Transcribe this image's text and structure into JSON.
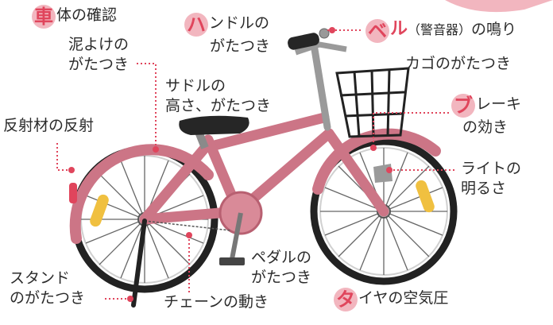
{
  "title": {
    "icon_char": "車",
    "text": "体の確認"
  },
  "labels": {
    "mudguard": {
      "line1": "泥よけの",
      "line2": "がたつき"
    },
    "reflector": {
      "line1": "反射材の反射"
    },
    "stand": {
      "line1": "スタンド",
      "line2": "のがたつき"
    },
    "chain": {
      "line1": "チェーンの動き"
    },
    "saddle": {
      "line1": "サドルの",
      "line2": "高さ、がたつき"
    },
    "handle": {
      "icon_char": "ハ",
      "line1_rest": "ンドルの",
      "line2": "がたつき"
    },
    "bell": {
      "icon_char": "ベ",
      "head_rest": "ル",
      "paren": "（警音器）",
      "tail": "の鳴り"
    },
    "basket": {
      "line1": "カゴのがたつき"
    },
    "brake": {
      "icon_char": "ブ",
      "line1_rest": "レーキ",
      "line2": "の効き"
    },
    "light": {
      "line1": "ライトの",
      "line2": "明るさ"
    },
    "pedal": {
      "line1": "ペダルの",
      "line2": "がたつき"
    },
    "tire": {
      "icon_char": "タ",
      "line1_rest": "イヤの空気圧"
    }
  },
  "colors": {
    "frame": "#cc7586",
    "accent": "#e0455c",
    "highlight": "#f2b6bf",
    "dark": "#222222",
    "reflector": "#f0c040",
    "metal": "#9a9a9a"
  }
}
